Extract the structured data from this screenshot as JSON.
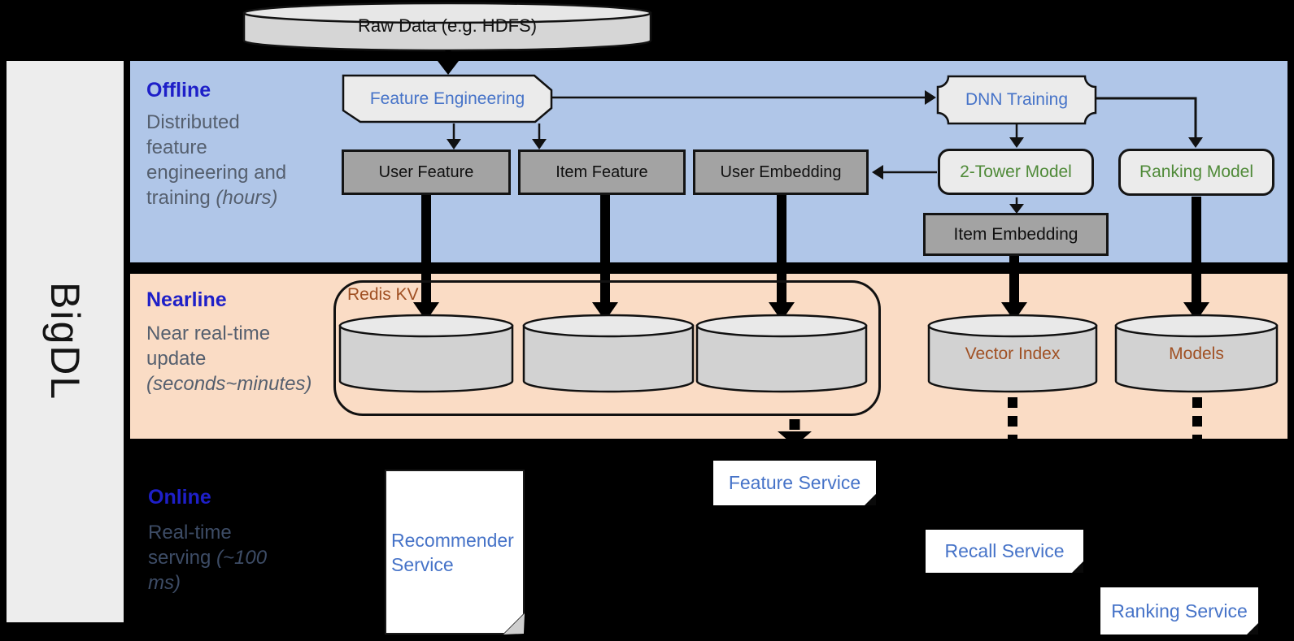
{
  "sidebar": {
    "brand": "BigDL"
  },
  "bands": {
    "offline": {
      "label": "Offline",
      "desc": "Distributed feature engineering and training",
      "desc_italic": "(hours)"
    },
    "nearline": {
      "label": "Nearline",
      "desc": "Near real-time update",
      "desc_italic": "(seconds~minutes)"
    },
    "online": {
      "label": "Online",
      "desc": "Real-time serving",
      "desc_italic": "(~100 ms)"
    }
  },
  "nodes": {
    "raw_data": "Raw Data (e.g. HDFS)",
    "feature_engineering": "Feature Engineering",
    "user_feature": "User Feature",
    "item_feature": "Item Feature",
    "user_embedding": "User Embedding",
    "dnn_training": "DNN Training",
    "two_tower_model": "2-Tower Model",
    "ranking_model": "Ranking Model",
    "item_embedding": "Item Embedding",
    "redis_kv": "Redis KV",
    "vector_index": "Vector Index",
    "models": "Models",
    "feature_service": "Feature Service",
    "recall_service": "Recall Service",
    "ranking_service": "Ranking Service",
    "recommender_service": "Recommender Service"
  },
  "colors": {
    "offline_band": "#b0c6e8",
    "nearline_band": "#fadcc5",
    "background": "#000000",
    "band_label_blue": "#1e1fc8",
    "node_blue_text": "#4673c8",
    "node_green_text": "#4f8a38",
    "storage_brown_text": "#a05023",
    "dark_box_fill": "#a3a3a3",
    "light_shape_fill": "#ebebeb"
  }
}
